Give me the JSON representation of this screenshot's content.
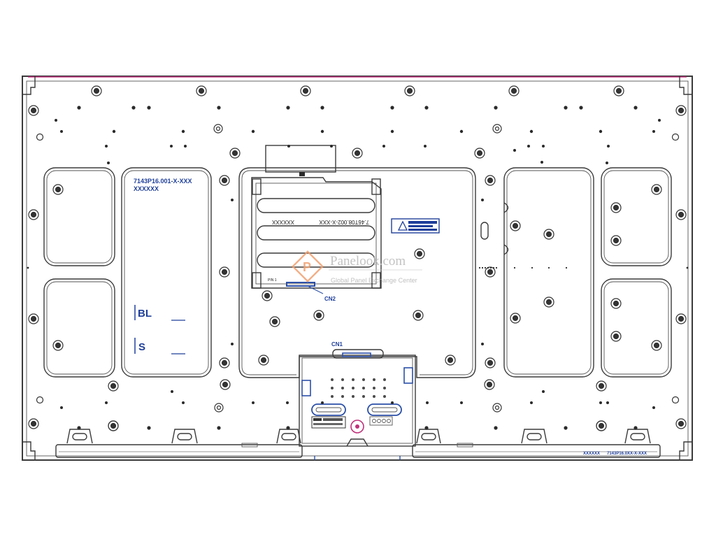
{
  "labels": {
    "left_part_number": "7143P16.001-X-XXX",
    "left_code": "XXXXXX",
    "bl": "BL",
    "s": "S",
    "board_code": "XXXXXX",
    "board_part_number": "7.46T08.002-X-XXX",
    "cn2": "CN2",
    "pin1": "PIN 1",
    "cn1": "CN1",
    "bottom_code": "XXXXXX",
    "bottom_part_number": "7143P16.0XX-X-XXX"
  },
  "watermark": {
    "brand": "Panelook.com",
    "tagline": "Global Panel Exchange Center"
  },
  "colors": {
    "line": "#3a3a3a",
    "label_blue": "#1f3f9a",
    "connector_blue": "#2b4fa8",
    "frame_magenta": "#c0307a",
    "watermark_orange": "#f0a070",
    "watermark_gray": "#b9b9b9"
  }
}
